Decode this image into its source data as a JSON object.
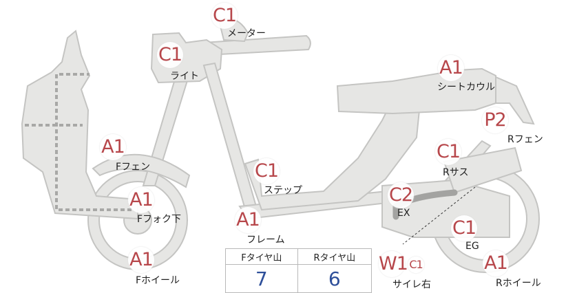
{
  "title": "",
  "table": {
    "front_header": "Fタイヤ山",
    "rear_header": "Rタイヤ山",
    "front_value": "7",
    "rear_value": "6"
  },
  "parts": [
    {
      "id": "meter",
      "grade": "C1",
      "label": "メーター"
    },
    {
      "id": "light",
      "grade": "C1",
      "label": "ライト"
    },
    {
      "id": "seat-cowl",
      "grade": "A1",
      "label": "シートカウル"
    },
    {
      "id": "rear-fender",
      "grade": "P2",
      "label": "Rフェン"
    },
    {
      "id": "front-fender",
      "grade": "A1",
      "label": "Fフェン"
    },
    {
      "id": "rear-suspension",
      "grade": "C1",
      "label": "Rサス"
    },
    {
      "id": "step",
      "grade": "C1",
      "label": "ステップ"
    },
    {
      "id": "exhaust",
      "grade": "C2",
      "label": "EX"
    },
    {
      "id": "front-fork-lower",
      "grade": "A1",
      "label": "Fフォク下"
    },
    {
      "id": "frame",
      "grade": "A1",
      "label": "フレーム"
    },
    {
      "id": "engine",
      "grade": "C1",
      "label": "EG"
    },
    {
      "id": "front-wheel",
      "grade": "A1",
      "label": "Fホイール"
    },
    {
      "id": "rear-wheel",
      "grade": "A1",
      "label": "Rホイール"
    }
  ],
  "muffler": {
    "grade": "W1",
    "grade_small": "C1",
    "label": "サイレ右"
  }
}
